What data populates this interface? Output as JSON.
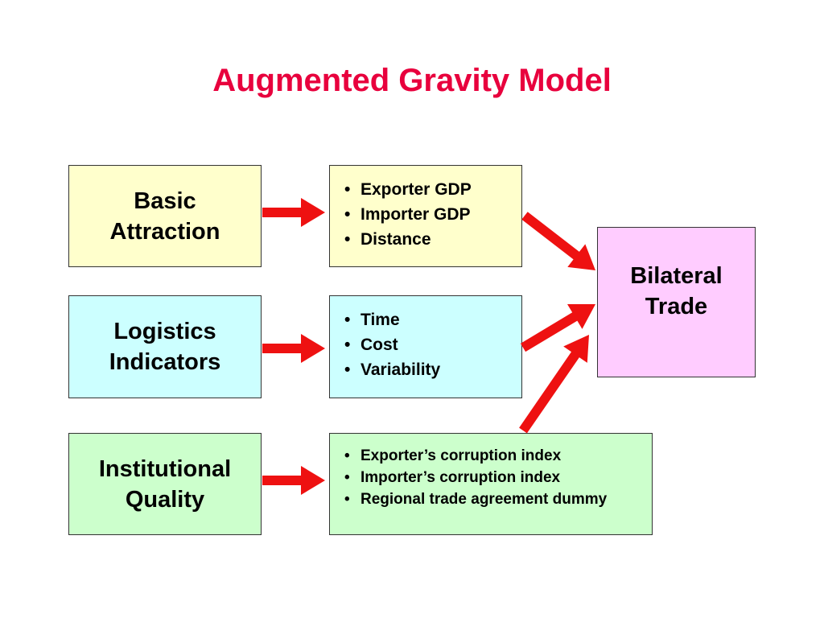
{
  "title": "Augmented Gravity Model",
  "colors": {
    "title": "#e8003d",
    "arrow": "#ee1111",
    "basic_fill": "#ffffcc",
    "logistics_fill": "#ccffff",
    "institutional_fill": "#ccffcc",
    "target_fill": "#ffccff"
  },
  "rows": [
    {
      "category": [
        "Basic",
        "Attraction"
      ],
      "items": [
        "Exporter GDP",
        "Importer GDP",
        "Distance"
      ]
    },
    {
      "category": [
        "Logistics",
        "Indicators"
      ],
      "items": [
        "Time",
        "Cost",
        "Variability"
      ]
    },
    {
      "category": [
        "Institutional",
        "Quality"
      ],
      "items": [
        "Exporter’s corruption index",
        "Importer’s corruption index",
        "Regional trade agreement dummy"
      ]
    }
  ],
  "target": [
    "Bilateral",
    "Trade"
  ]
}
